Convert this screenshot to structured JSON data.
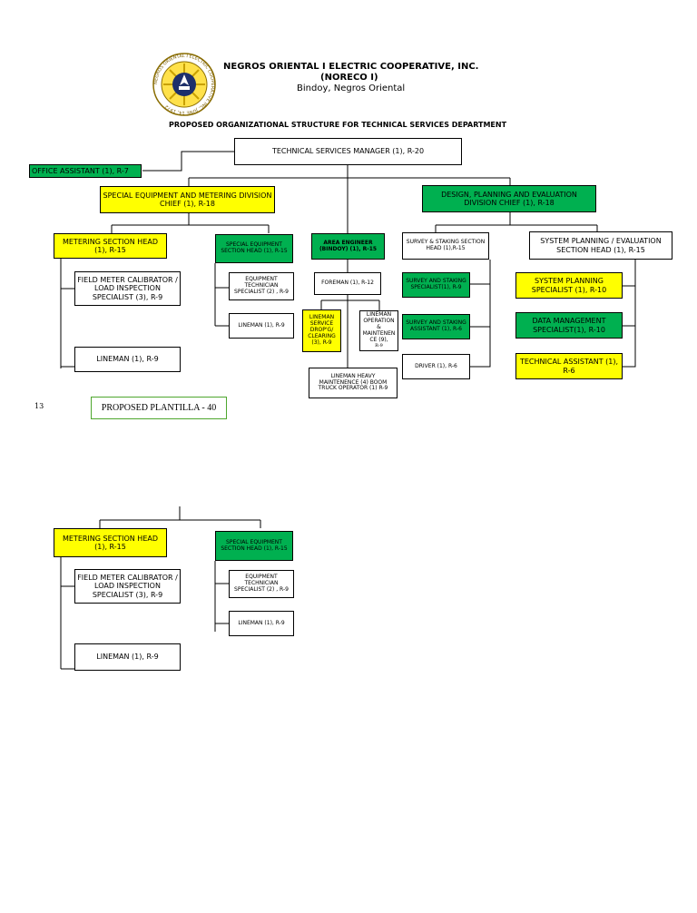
{
  "header": {
    "org_name": "NEGROS ORIENTAL I ELECTRIC COOPERATIVE, INC.",
    "abbr": "(NORECO I)",
    "location": "Bindoy, Negros Oriental",
    "seal_text": "NEGROS ORIENTAL I ELECTRIC COOPERATIVE INC. JUNE 14, 1972",
    "title": "PROPOSED ORGANIZATIONAL STRUCTURE FOR TECHNICAL SERVICES DEPARTMENT"
  },
  "chart": {
    "manager": "TECHNICAL SERVICES MANAGER (1), R-20",
    "office_assistant": "OFFICE ASSISTANT (1), R-7",
    "special_division": "SPECIAL EQUIPMENT AND METERING DIVISION CHIEF (1), R-18",
    "design_division": "DESIGN, PLANNING AND EVALUATION DIVISION CHIEF (1), R-18",
    "metering_head": "METERING SECTION HEAD (1), R-15",
    "field_meter": "FIELD METER CALIBRATOR / LOAD INSPECTION SPECIALIST (3), R-9",
    "lineman_metering": "LINEMAN (1), R-9",
    "special_equipment_head": "SPECIAL EQUIPMENT SECTION HEAD (1), R-15",
    "equipment_technician": "EQUIPMENT TECHNICIAN SPECIALIST (2) , R-9",
    "lineman_special": "LINEMAN (1), R-9",
    "area_engineer": "AREA ENGINEER (BINDOY) (1), R-15",
    "foreman": "FOREMAN (1), R-12",
    "lineman_service": "LINEMAN SERVICE DROP'G/ CLEARING (3), R-9",
    "lineman_operation_a": "LINEMAN OPERATION & MAINTENEN CE (9),",
    "lineman_operation_b": "R-9",
    "lineman_heavy": "LINEMAN HEAVY MAINTENENCE (4) BOOM TRUCK OPERATOR (1) R-9",
    "survey_head": "SURVEY & STAKING SECTION HEAD (1),R-15",
    "survey_specialist": "SURVEY AND STAKING SPECIALIST(1), R-9",
    "survey_assistant": "SURVEY AND STAKING ASSISTANT (1), R-6",
    "driver": "DRIVER (1), R-6",
    "system_planning_head": "SYSTEM PLANNING / EVALUATION SECTION HEAD (1), R-15",
    "system_planning_specialist": "SYSTEM PLANNING SPECIALIST (1), R-10",
    "data_management": "DATA MANAGEMENT SPECIALIST(1), R-10",
    "technical_assistant": "TECHNICAL ASSISTANT (1), R-6"
  },
  "page_number": "13",
  "plantilla": "PROPOSED PLANTILLA - 40",
  "fragment": {
    "metering_head": "METERING SECTION HEAD (1), R-15",
    "special_equipment_head": "SPECIAL EQUIPMENT SECTION HEAD (1), R-15",
    "field_meter": "FIELD METER CALIBRATOR / LOAD INSPECTION SPECIALIST (3), R-9",
    "equipment_technician": "EQUIPMENT TECHNICIAN SPECIALIST (2) , R-9",
    "lineman_special": "LINEMAN (1), R-9",
    "lineman_metering": "LINEMAN (1), R-9"
  },
  "colors": {
    "yellow_box": "#ffff00",
    "green_box": "#00b050",
    "plantilla_border": "#4ea72e"
  }
}
